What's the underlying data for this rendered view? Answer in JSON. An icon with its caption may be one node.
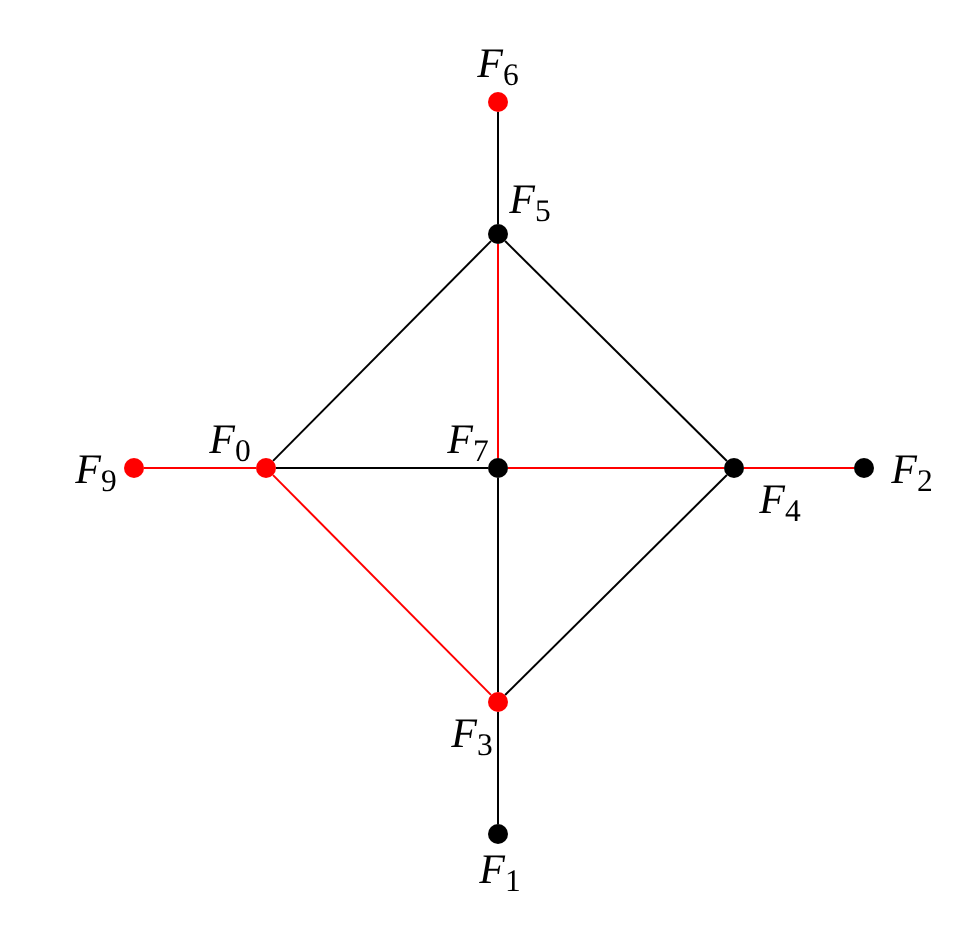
{
  "diagram": {
    "nodes": [
      {
        "text": [],
        "shape": "circle",
        "beside": [
          "*F*$_{6}$"
        ]
      },
      {
        "text": [],
        "shape": "circle",
        "beside": [
          "*F*$_{5}$"
        ]
      },
      {
        "text": [],
        "shape": "circle",
        "beside": [
          "*F*$_{9}$"
        ]
      },
      {
        "text": [],
        "shape": "circle",
        "beside": [
          "*F*$_{0}$"
        ]
      },
      {
        "text": [],
        "shape": "circle",
        "beside": [
          "*F*$_{7}$"
        ]
      },
      {
        "text": [],
        "shape": "circle",
        "beside": [
          "*F*$_{4}$"
        ]
      },
      {
        "text": [],
        "shape": "circle",
        "beside": [
          "*F*$_{2}$"
        ]
      },
      {
        "text": [],
        "shape": "circle",
        "beside": [
          "*F*$_{3}$"
        ]
      },
      {
        "text": [],
        "shape": "circle",
        "beside": [
          "*F*$_{1}$"
        ]
      }
    ],
    "edges": [
      {
        "from": 0,
        "to": 1,
        "arrow": "none"
      },
      {
        "from": 1,
        "to": 3,
        "arrow": "none"
      },
      {
        "from": 1,
        "to": 5,
        "arrow": "none"
      },
      {
        "from": 1,
        "to": 4,
        "arrow": "none",
        "color": "#ff0000"
      },
      {
        "from": 2,
        "to": 3,
        "arrow": "none",
        "color": "#ff0000"
      },
      {
        "from": 3,
        "to": 4,
        "arrow": "none"
      },
      {
        "from": 3,
        "to": 7,
        "arrow": "none",
        "color": "#ff0000"
      },
      {
        "from": 4,
        "to": 5,
        "arrow": "none",
        "color": "#ff0000"
      },
      {
        "from": 5,
        "to": 6,
        "arrow": "none",
        "color": "#ff0000"
      },
      {
        "from": 4,
        "to": 7,
        "arrow": "none"
      },
      {
        "from": 5,
        "to": 7,
        "arrow": "none"
      },
      {
        "from": 7,
        "to": 8,
        "arrow": "none"
      }
    ]
  }
}
